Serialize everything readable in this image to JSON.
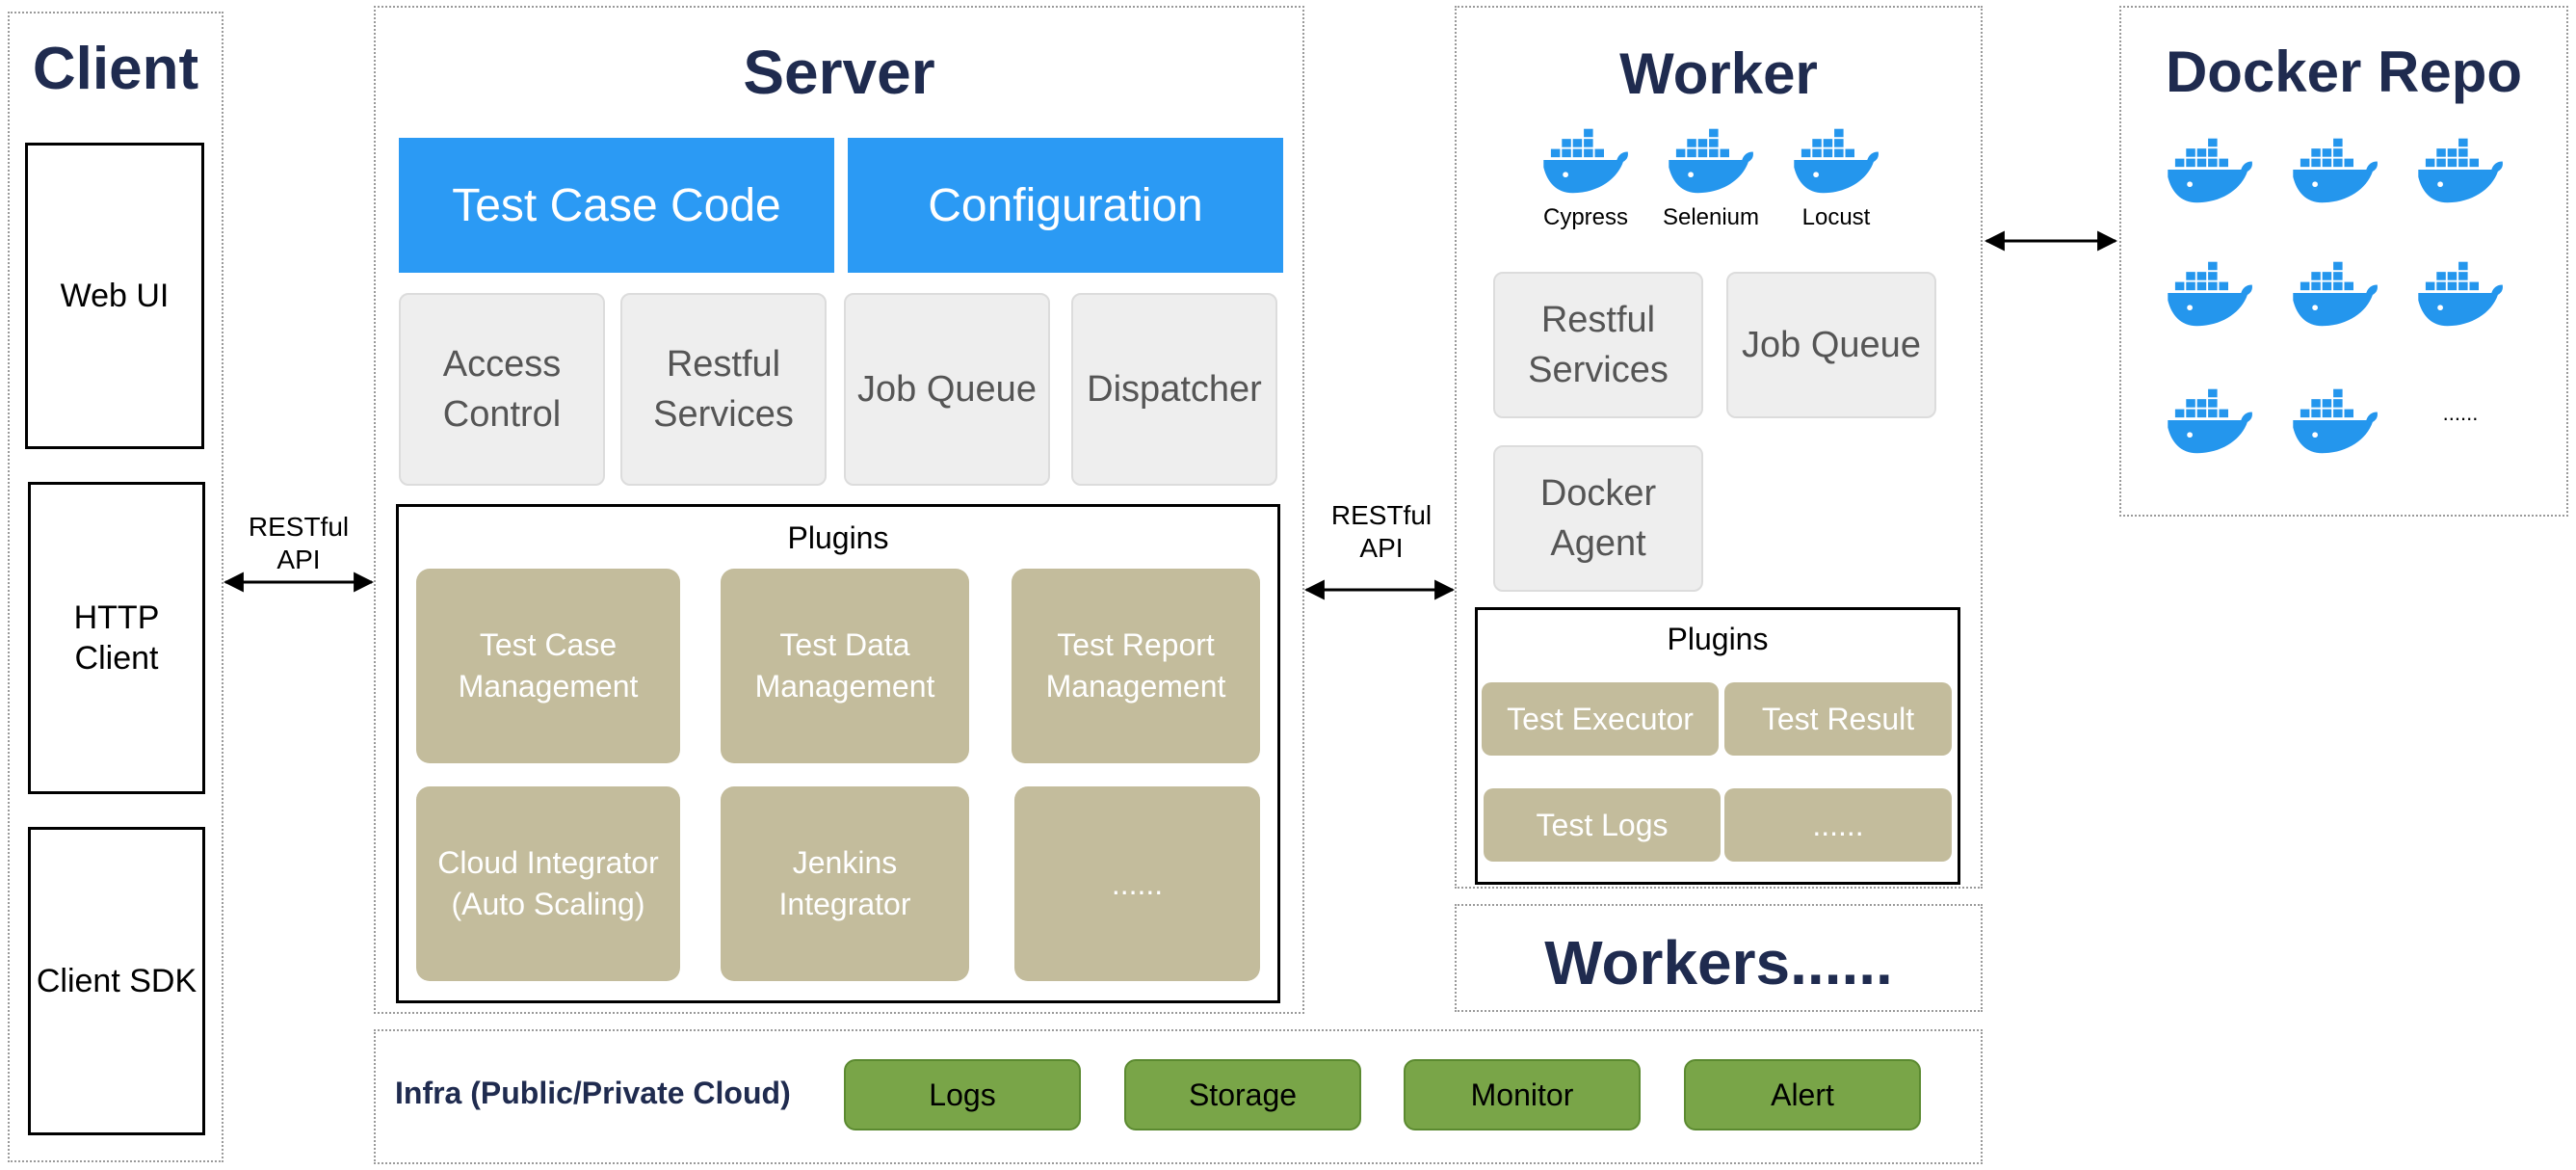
{
  "client": {
    "title": "Client",
    "items": [
      "Web UI",
      "HTTP\nClient",
      "Client SDK"
    ]
  },
  "server": {
    "title": "Server",
    "top_boxes": [
      "Test Case Code",
      "Configuration"
    ],
    "services": [
      "Access\nControl",
      "Restful\nServices",
      "Job Queue",
      "Dispatcher"
    ],
    "plugins_title": "Plugins",
    "plugins": [
      "Test Case\nManagement",
      "Test Data\nManagement",
      "Test Report\nManagement",
      "Cloud Integrator\n(Auto Scaling)",
      "Jenkins\nIntegrator",
      "......"
    ]
  },
  "worker": {
    "title": "Worker",
    "docker_images": [
      "Cypress",
      "Selenium",
      "Locust"
    ],
    "services": [
      "Restful\nServices",
      "Job Queue",
      "Docker\nAgent"
    ],
    "plugins_title": "Plugins",
    "plugins": [
      "Test Executor",
      "Test Result",
      "Test Logs",
      "......"
    ],
    "more": "Workers......"
  },
  "docker_repo": {
    "title": "Docker Repo",
    "ellipsis": "......"
  },
  "connectors": {
    "client_server": "RESTful\nAPI",
    "server_worker": "RESTful\nAPI"
  },
  "infra": {
    "label": "Infra (Public/Private Cloud)",
    "items": [
      "Logs",
      "Storage",
      "Monitor",
      "Alert"
    ]
  },
  "colors": {
    "heading": "#1f2b4f",
    "blue": "#2b9af4",
    "gray": "#eeeeee",
    "tan": "#c3bc9c",
    "green": "#79a548",
    "docker": "#2496ed"
  },
  "icons": {
    "docker": "docker-whale-icon"
  }
}
